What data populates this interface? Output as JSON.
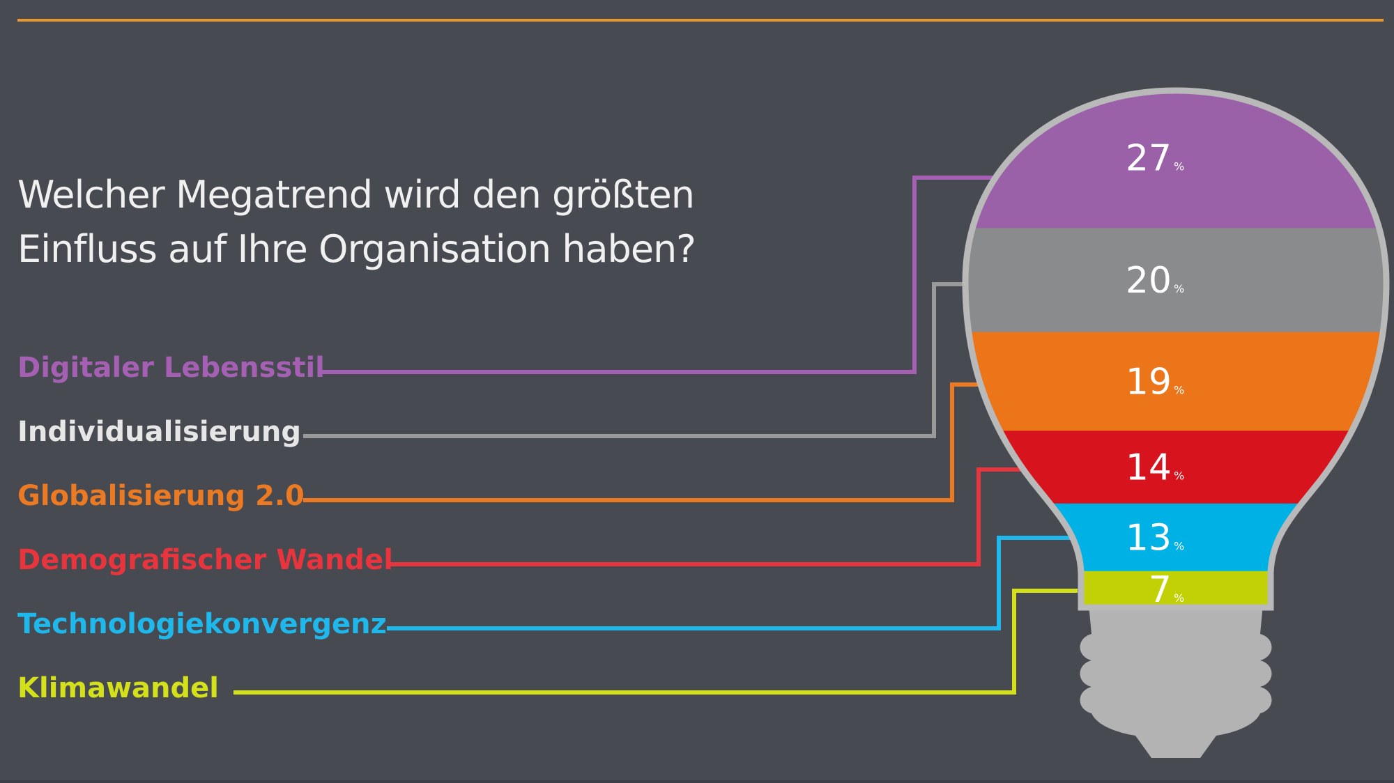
{
  "colors": {
    "background": "#474a51",
    "accent_rule": "#e8962e",
    "bulb_outline": "#b9b9b9",
    "socket": "#b3b3b3"
  },
  "chart_data": {
    "type": "bar",
    "title_lines": [
      "Welcher Megatrend wird den größten",
      "Einfluss auf Ihre Organisation haben?"
    ],
    "unit": "%",
    "categories": [
      "Digitaler Lebensstil",
      "Individualisierung",
      "Globalisierung 2.0",
      "Demografischer Wandel",
      "Technologiekonvergenz",
      "Klimawandel"
    ],
    "values": [
      27,
      20,
      19,
      14,
      13,
      7
    ],
    "series_colors": [
      "#9b61a8",
      "#8a8b8d",
      "#ec7419",
      "#d7141e",
      "#00b1e6",
      "#c1d105"
    ],
    "label_colors": [
      "#a560b4",
      "#e6e6e6",
      "#ec7a22",
      "#e8343c",
      "#1fb8ec",
      "#d3e01a"
    ],
    "leader_colors": [
      "#a560b4",
      "#9a9a9a",
      "#ec7a22",
      "#e8343c",
      "#1fb8ec",
      "#d3e01a"
    ]
  }
}
